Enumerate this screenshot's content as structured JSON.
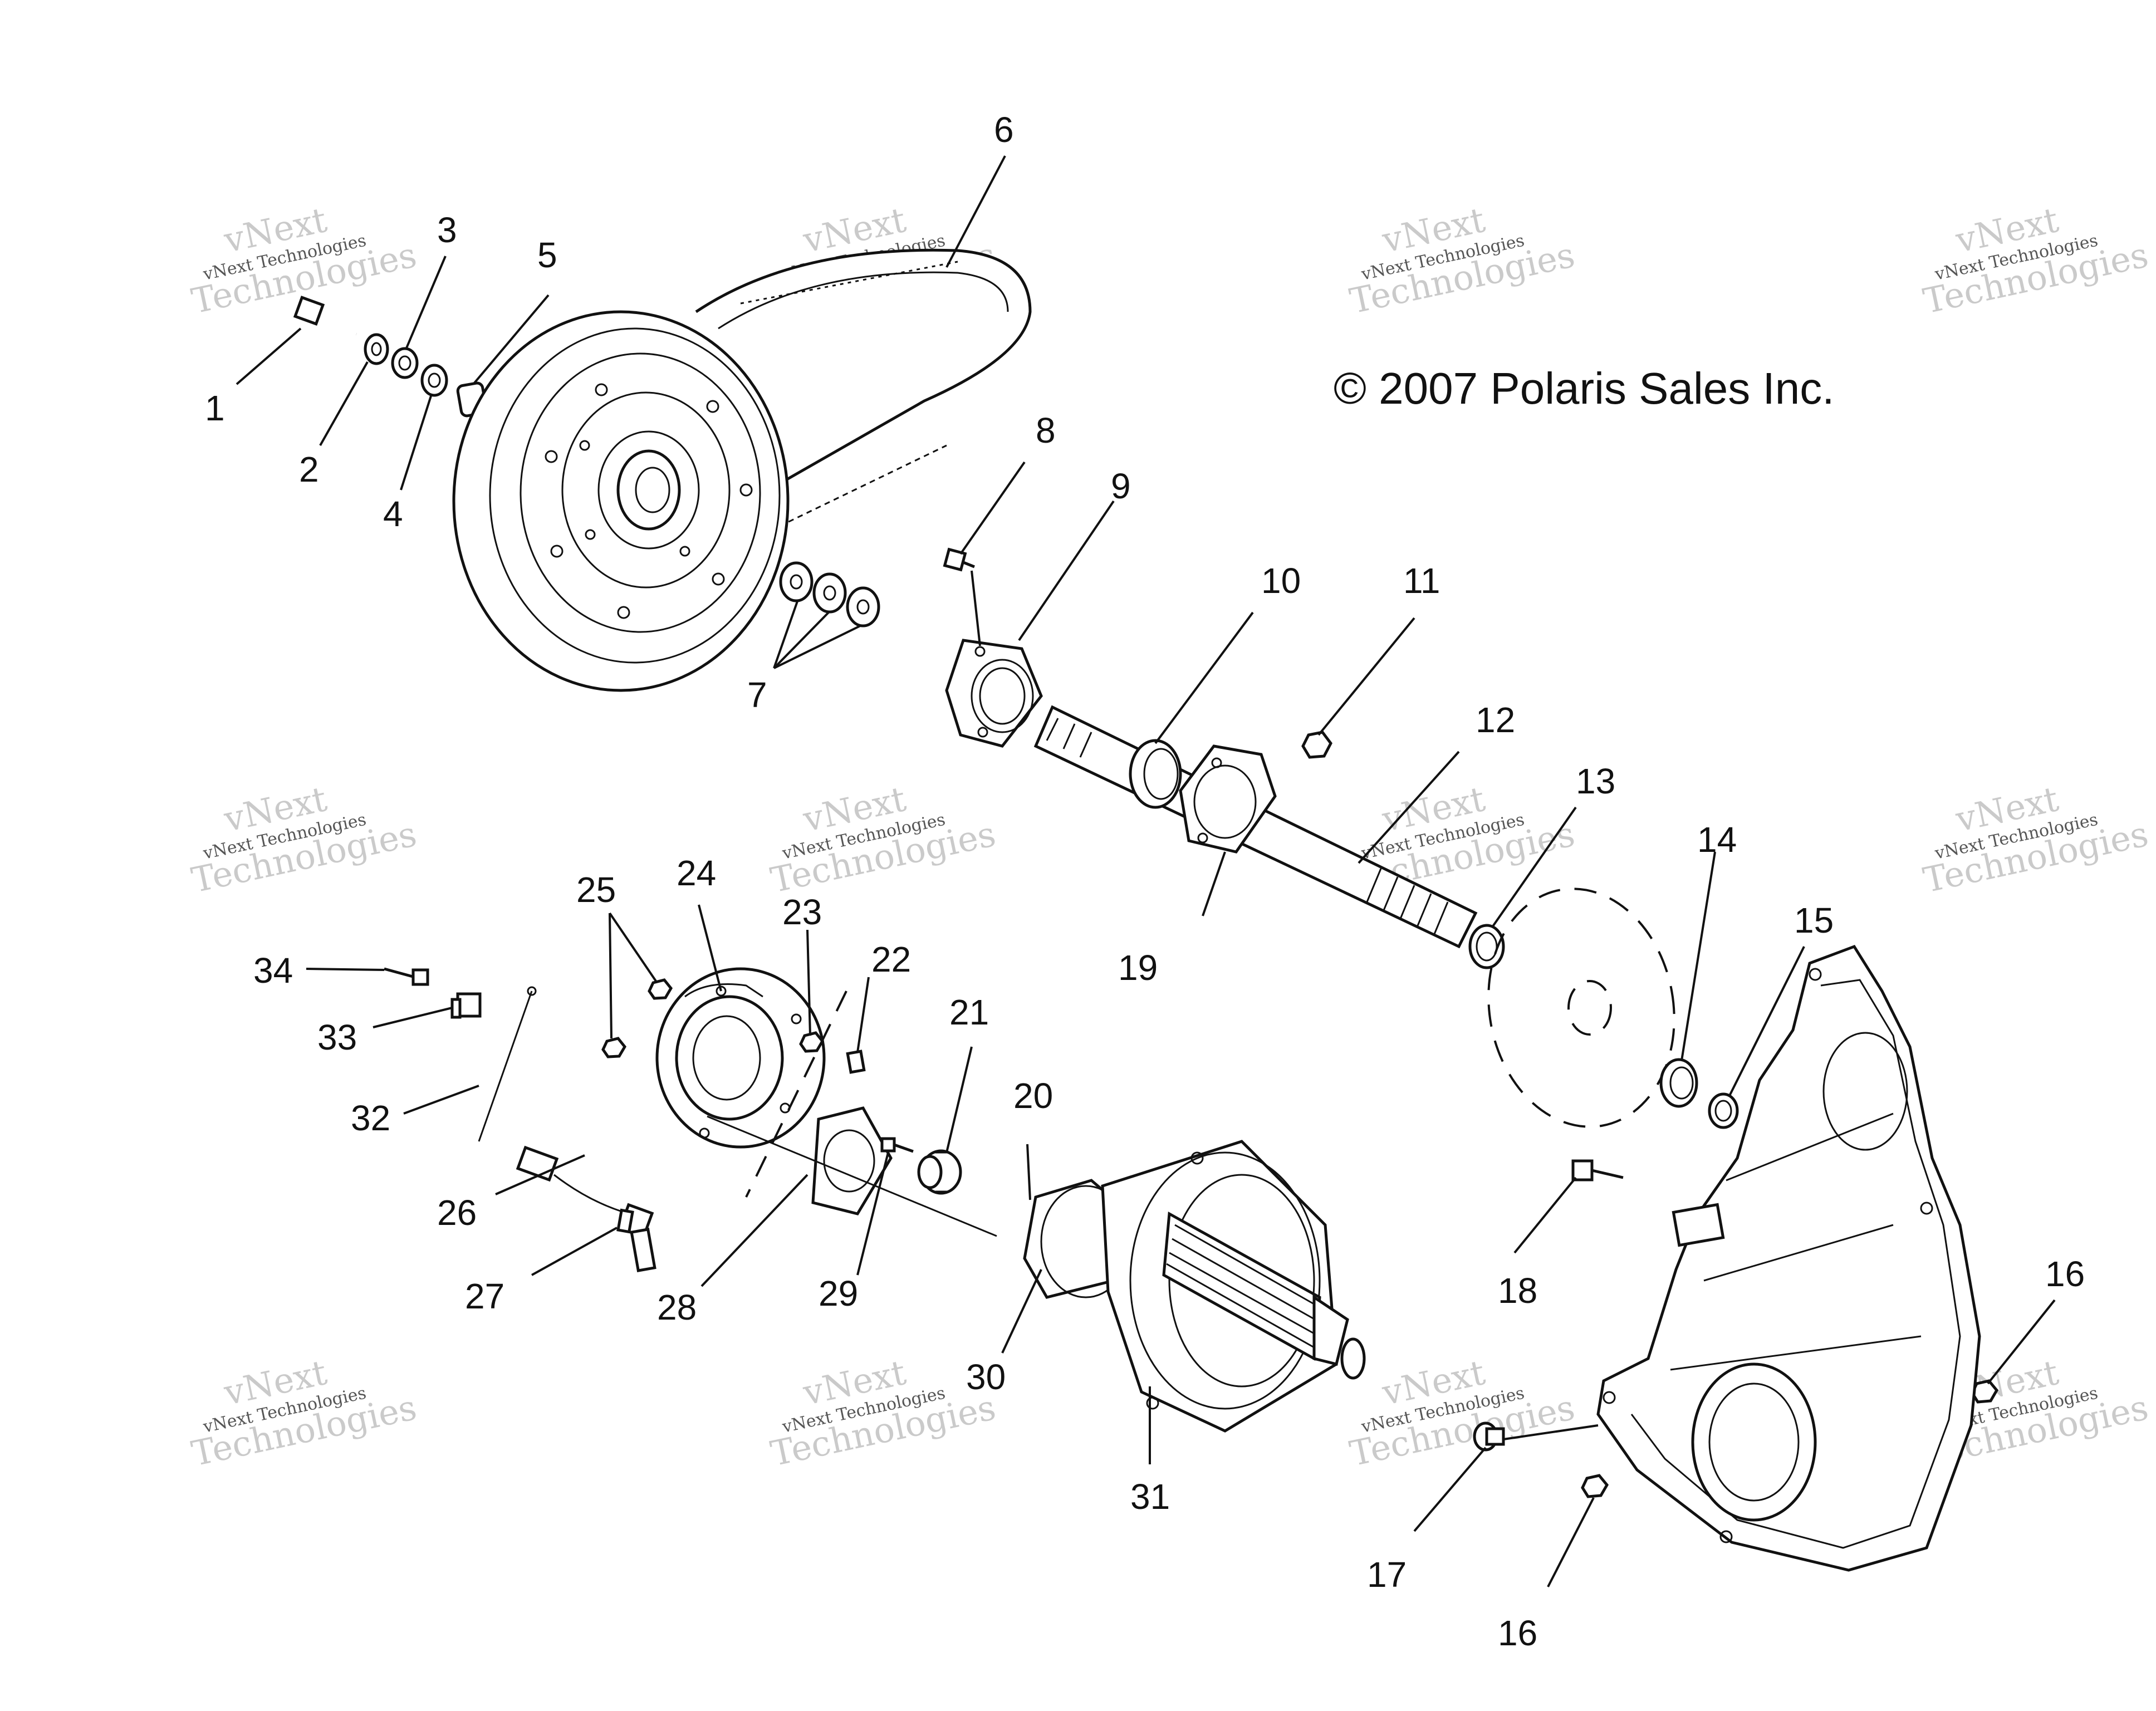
{
  "copyright": "© 2007 Polaris Sales Inc.",
  "watermark": {
    "line1": "vNext",
    "line2": "vNext Technologies",
    "line3": "Technologies"
  },
  "callouts": [
    "1",
    "2",
    "3",
    "4",
    "5",
    "6",
    "7",
    "8",
    "9",
    "10",
    "11",
    "12",
    "13",
    "14",
    "15",
    "16",
    "16",
    "17",
    "18",
    "19",
    "20",
    "21",
    "22",
    "23",
    "24",
    "25",
    "26",
    "27",
    "28",
    "29",
    "30",
    "31",
    "32",
    "33",
    "34"
  ]
}
